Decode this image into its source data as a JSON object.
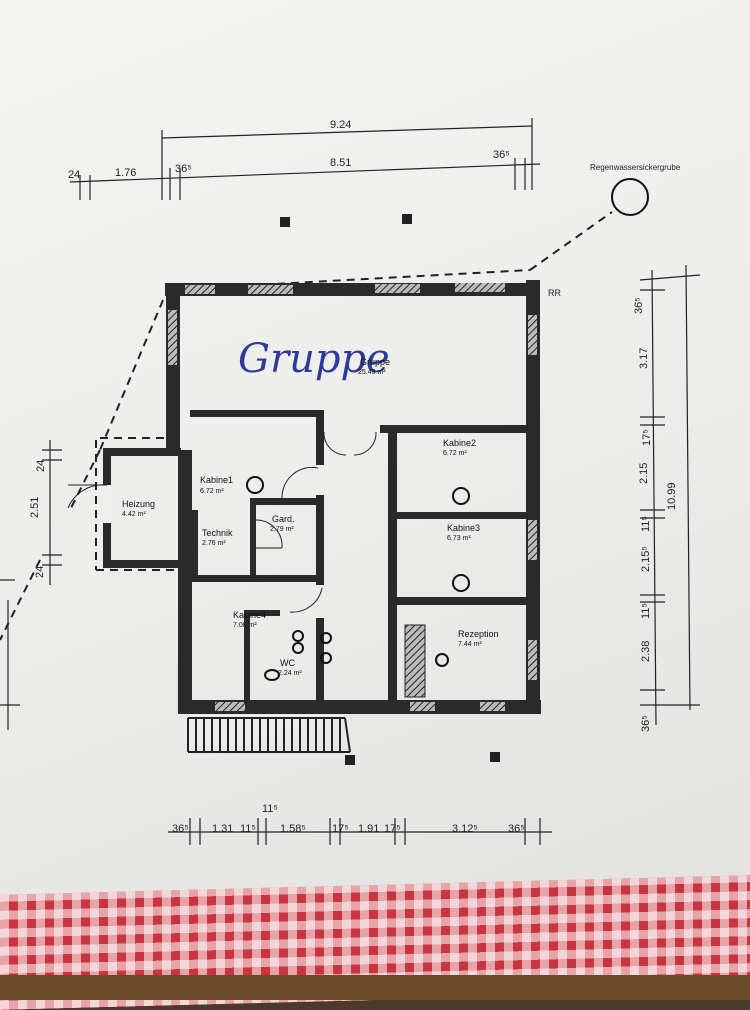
{
  "rooms": {
    "gruppe": {
      "name": "Gruppe",
      "area": "25.43 m²"
    },
    "kabine1": {
      "name": "Kabine1",
      "area": "6.72 m²"
    },
    "kabine2": {
      "name": "Kabine2",
      "area": "6.72 m²"
    },
    "kabine3": {
      "name": "Kabine3",
      "area": "6.73 m²"
    },
    "kabine4": {
      "name": "Kabine4",
      "area": "7.08 m²"
    },
    "technik": {
      "name": "Technik",
      "area": "2.76 m²"
    },
    "gard": {
      "name": "Gard.",
      "area": "2.79 m²"
    },
    "heizung": {
      "name": "Heizung",
      "area": "4.42 m²"
    },
    "rezeption": {
      "name": "Rezeption",
      "area": "7.44 m²"
    },
    "wc": {
      "name": "WC",
      "area": "2.24 m²"
    }
  },
  "handwriting": "Gruppe",
  "labels": {
    "sickergrube": "Regenwassersickergrube",
    "rr": "RR"
  },
  "dims_top": {
    "total": "9.24",
    "inner": "8.51",
    "left_a": "24",
    "left_b": "1.76",
    "wall_l": "36⁵",
    "wall_r": "36⁵"
  },
  "dims_left": {
    "h": "2.51",
    "a": "24",
    "b": "24"
  },
  "dims_right": {
    "total": "10.99",
    "d1": "36⁵",
    "d2": "3.17",
    "d3": "17⁵",
    "d4": "2.15",
    "d5": "11⁵",
    "d6": "2.15⁵",
    "d7": "11⁵",
    "d8": "2.38",
    "d9": "36⁵"
  },
  "dims_bottom": {
    "above": "11⁵",
    "b1": "36⁵",
    "b2": "1.31",
    "b3": "11⁵",
    "b4": "1.58⁵",
    "b5": "17⁵",
    "b6": "1.91",
    "b7": "17⁵",
    "b8": "3.12⁵",
    "b9": "36⁵"
  }
}
